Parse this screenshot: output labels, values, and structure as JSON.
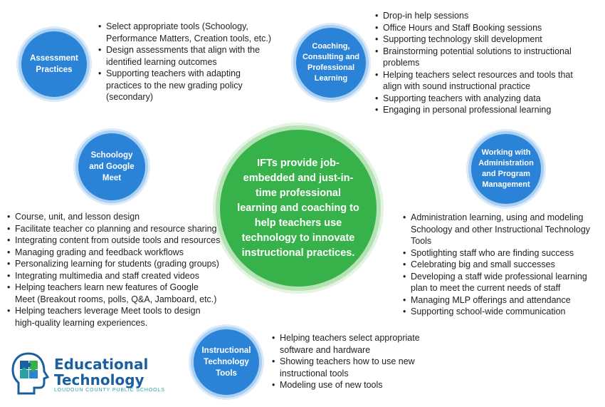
{
  "center": {
    "text": "IFTs provide job-embedded and just-in-time professional learning and coaching to help teachers use technology to innovate instructional practices."
  },
  "topics": {
    "assessment": {
      "title": "Assessment Practices",
      "items": [
        "Select appropriate tools (Schoology, Performance Matters, Creation tools, etc.)",
        "Design assessments that align with the identified learning outcomes",
        "Supporting teachers with adapting practices to the new grading policy (secondary)"
      ]
    },
    "coaching": {
      "title": "Coaching, Consulting and Professional Learning",
      "items": [
        "Drop-in help sessions",
        "Office Hours and Staff Booking sessions",
        "Supporting technology skill development",
        "Brainstorming potential solutions to instructional problems",
        "Helping teachers select resources and tools that align with sound instructional practice",
        "Supporting teachers with analyzing data",
        "Engaging in personal professional learning"
      ]
    },
    "schoology": {
      "title": "Schoology and Google Meet",
      "items": [
        "Course, unit, and lesson design",
        "Facilitate teacher co planning and resource sharing",
        "Integrating content from outside tools and resources",
        "Managing grading and feedback workflows",
        "Personalizing learning for students (grading groups)",
        "Integrating multimedia and staff created videos",
        "Helping teachers learn new features of Google Meet (Breakout rooms, polls, Q&A, Jamboard, etc.)",
        "Helping teachers leverage Meet tools to design high-quality learning experiences."
      ]
    },
    "administration": {
      "title": "Working with Administration and Program Management",
      "items": [
        "Administration learning, using and modeling Schoology and other Instructional Technology Tools",
        "Spotlighting staff who are finding success",
        "Celebrating big and small successes",
        "Developing a staff wide professional learning plan to meet the current needs of staff",
        "Managing MLP offerings and attendance",
        "Supporting school-wide communication"
      ]
    },
    "tools": {
      "title": "Instructional Technology Tools",
      "items": [
        "Helping teachers select appropriate software and hardware",
        "Showing teachers how to use new instructional tools",
        "Modeling use of new tools"
      ]
    }
  },
  "logo": {
    "line1": "Educational",
    "line2": "Technology",
    "subtitle": "LOUDOUN COUNTY PUBLIC SCHOOLS"
  },
  "colors": {
    "topic_circle": "#2b83d8",
    "center_circle": "#37b24a",
    "logo_text": "#1a5f9f",
    "logo_subtitle": "#2aa3a0"
  }
}
